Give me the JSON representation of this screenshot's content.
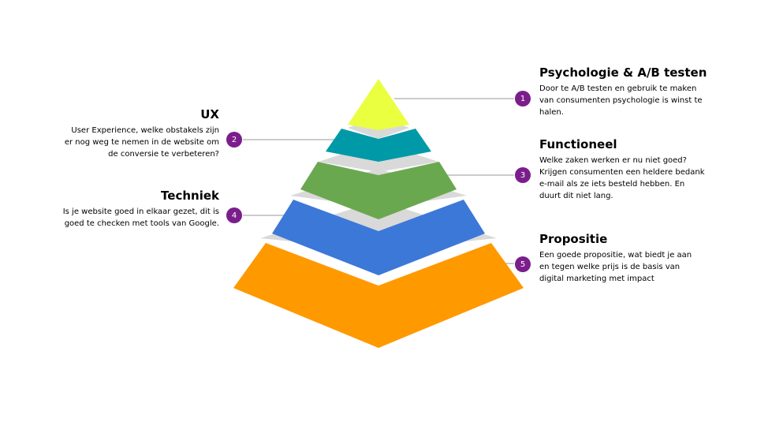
{
  "colors": {
    "level1": "#eaff40",
    "level2": "#0099a8",
    "level3": "#6aa84f",
    "level4": "#3c78d8",
    "level5": "#ff9900",
    "ledge": "#d9d9d9",
    "badge": "#7b1e8c",
    "connector": "#999999"
  },
  "items": [
    {
      "number": "1",
      "title": "Psychologie & A/B testen",
      "text": "Door te A/B testen en gebruik te maken van consumenten psychologie is winst te halen."
    },
    {
      "number": "2",
      "title": "UX",
      "text": "User Experience, welke obstakels zijn er nog weg te nemen in de website om de conversie te verbeteren?"
    },
    {
      "number": "3",
      "title": "Functioneel",
      "text": "Welke zaken werken er nu niet goed? Krijgen consumenten een heldere bedank e-mail als ze iets besteld hebben. En duurt dit niet lang."
    },
    {
      "number": "4",
      "title": "Techniek",
      "text": "Is je website goed in elkaar gezet, dit is goed te checken met tools van Google."
    },
    {
      "number": "5",
      "title": "Propositie",
      "text": "Een goede propositie, wat biedt je aan en tegen welke prijs is de basis van digital marketing met impact"
    }
  ]
}
